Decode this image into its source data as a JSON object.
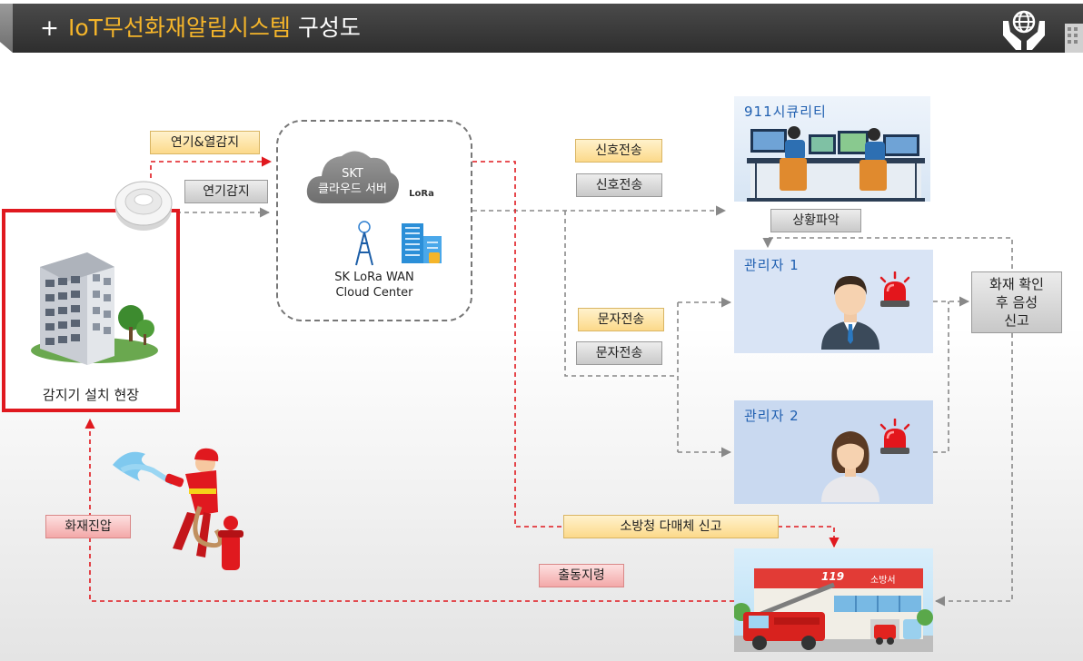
{
  "header": {
    "plus": "+",
    "title_highlight": "IoT무선화재알림시스템",
    "title_rest": "구성도"
  },
  "site": {
    "label": "감지기 설치 현장"
  },
  "cloud": {
    "skt_line1": "SKT",
    "skt_line2": "클라우드 서버",
    "lora_logo": "LoRa",
    "center_line1": "SK LoRa WAN",
    "center_line2": "Cloud Center"
  },
  "labels": {
    "smoke_heat": "연기&열감지",
    "smoke": "연기감지",
    "signal_yellow": "신호전송",
    "signal_gray": "신호전송",
    "situation": "상황파악",
    "sms_yellow": "문자전송",
    "sms_gray": "문자전송",
    "fire_dept_report": "소방청 다매체 신고",
    "dispatch": "출동지령",
    "fire_suppress": "화재진압",
    "fire_confirm": "화재 확인\n후 음성\n신고"
  },
  "panels": {
    "security": "911시큐리티",
    "manager1": "관리자 1",
    "manager2": "관리자 2",
    "station_sign": "소방서",
    "station_num": "119"
  },
  "colors": {
    "red_line": "#e0191f",
    "gray_line": "#888888",
    "accent_yellow": "#f5b52a",
    "panel_blue": "#d9e4f5"
  },
  "icons": [
    "globe-hands-icon",
    "building-icon",
    "smoke-detector-icon",
    "office-building-icon",
    "cloud-icon",
    "antenna-icon",
    "server-building-icon",
    "siren-icon",
    "male-avatar",
    "female-avatar",
    "firefighter",
    "fire-truck",
    "fire-station"
  ]
}
